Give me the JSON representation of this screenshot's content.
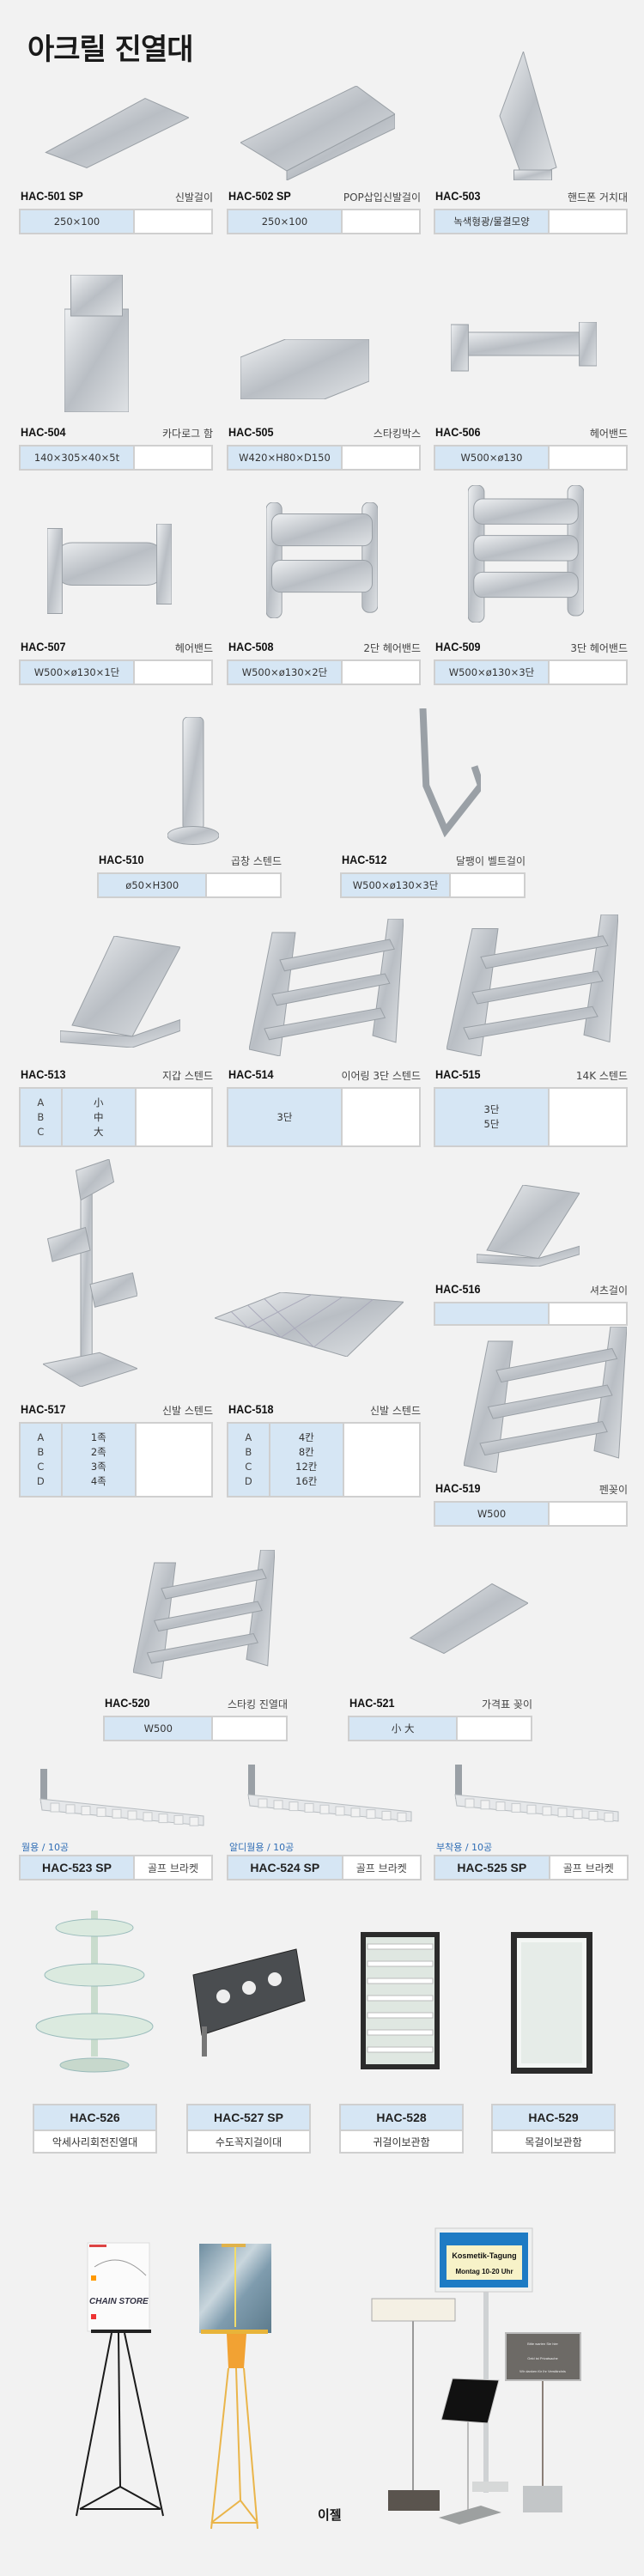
{
  "page": {
    "title": "아크릴 진열대"
  },
  "products": [
    {
      "code": "HAC-501 SP",
      "name": "신발걸이",
      "spec": [
        "250×100"
      ]
    },
    {
      "code": "HAC-502 SP",
      "name": "POP삽입신발걸이",
      "spec": [
        "250×100"
      ]
    },
    {
      "code": "HAC-503",
      "name": "핸드폰 거치대",
      "spec": [
        "녹색형광/물결모양"
      ]
    },
    {
      "code": "HAC-504",
      "name": "카다로그 함",
      "spec": [
        "140×305×40×5t"
      ]
    },
    {
      "code": "HAC-505",
      "name": "스타킹박스",
      "spec": [
        "W420×H80×D150"
      ]
    },
    {
      "code": "HAC-506",
      "name": "헤어밴드",
      "spec": [
        "W500×ø130"
      ]
    },
    {
      "code": "HAC-507",
      "name": "헤어밴드",
      "spec": [
        "W500×ø130×1단"
      ]
    },
    {
      "code": "HAC-508",
      "name": "2단 헤어밴드",
      "spec": [
        "W500×ø130×2단"
      ]
    },
    {
      "code": "HAC-509",
      "name": "3단 헤어밴드",
      "spec": [
        "W500×ø130×3단"
      ]
    },
    {
      "code": "HAC-510",
      "name": "곱창 스텐드",
      "spec": [
        "ø50×H300"
      ]
    },
    {
      "code": "HAC-512",
      "name": "달팽이 벨트걸이",
      "spec": [
        "W500×ø130×3단"
      ]
    },
    {
      "code": "HAC-513",
      "name": "지갑 스텐드",
      "letters": [
        "A",
        "B",
        "C"
      ],
      "spec": [
        "小",
        "中",
        "大"
      ]
    },
    {
      "code": "HAC-514",
      "name": "이어링 3단 스텐드",
      "spec": [
        "3단"
      ]
    },
    {
      "code": "HAC-515",
      "name": "14K 스텐드",
      "spec": [
        "3단",
        "5단"
      ]
    },
    {
      "code": "HAC-516",
      "name": "셔츠걸이",
      "spec": []
    },
    {
      "code": "HAC-517",
      "name": "신발 스텐드",
      "letters": [
        "A",
        "B",
        "C",
        "D"
      ],
      "spec": [
        "1족",
        "2족",
        "3족",
        "4족"
      ]
    },
    {
      "code": "HAC-518",
      "name": "신발 스텐드",
      "letters": [
        "A",
        "B",
        "C",
        "D"
      ],
      "spec": [
        "4칸",
        "8칸",
        "12칸",
        "16칸"
      ]
    },
    {
      "code": "HAC-519",
      "name": "펜꽂이",
      "spec": [
        "W500"
      ]
    },
    {
      "code": "HAC-520",
      "name": "스타킹 진열대",
      "spec": [
        "W500"
      ]
    },
    {
      "code": "HAC-521",
      "name": "가격표 꽂이",
      "spec": [
        "小 大"
      ]
    }
  ],
  "brackets": [
    {
      "sub": "월용 / 10공",
      "code": "HAC-523 SP",
      "name": "골프 브라켓"
    },
    {
      "sub": "알디월용 / 10공",
      "code": "HAC-524 SP",
      "name": "골프 브라켓"
    },
    {
      "sub": "부착용 / 10공",
      "code": "HAC-525 SP",
      "name": "골프 브라켓"
    }
  ],
  "cases": [
    {
      "code": "HAC-526",
      "name": "악세사리회전진열대"
    },
    {
      "code": "HAC-527 SP",
      "name": "수도꼭지걸이대"
    },
    {
      "code": "HAC-528",
      "name": "귀걸이보관함"
    },
    {
      "code": "HAC-529",
      "name": "목걸이보관함"
    }
  ],
  "easel": {
    "label": "이젤",
    "poster_text": "CHAIN STORE",
    "sign_title": "Kosmetik-Tagung",
    "sign_time": "Montag 10-20 Uhr",
    "sign2_lines": [
      "Bitte warten Sie hier",
      "Geld ist Privatsache",
      "Wir danken für Ihr Verständnis"
    ]
  },
  "colors": {
    "background": "#f2f2f2",
    "spec_cell": "#d6e6f4",
    "border": "#cfcfcf",
    "sub_label": "#2f6db5"
  }
}
